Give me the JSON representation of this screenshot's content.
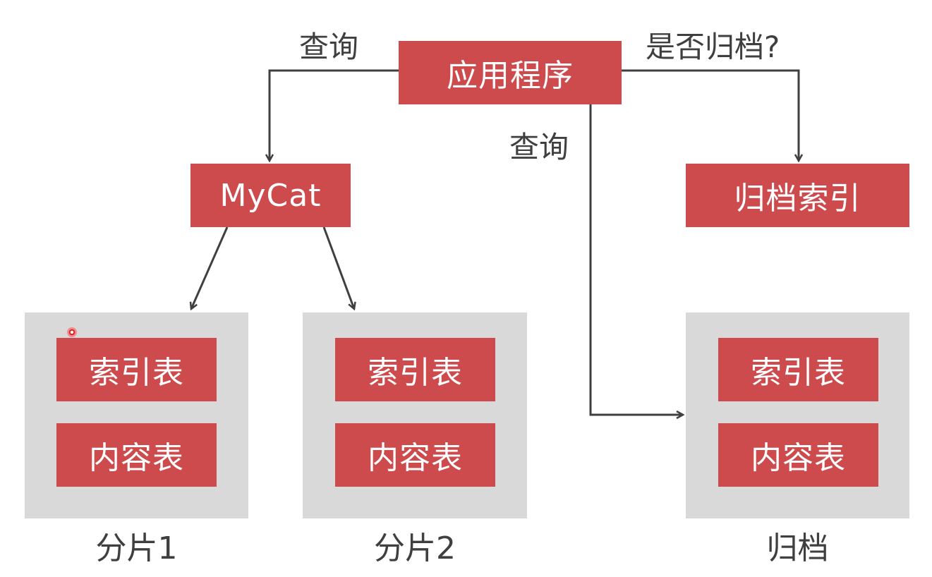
{
  "nodes": {
    "app": "应用程序",
    "mycat": "MyCat",
    "archive_index": "归档索引"
  },
  "edge_labels": {
    "query_left": "查询",
    "query_middle": "查询",
    "archived_question": "是否归档?"
  },
  "shards": [
    {
      "caption": "分片1",
      "tables": [
        "索引表",
        "内容表"
      ]
    },
    {
      "caption": "分片2",
      "tables": [
        "索引表",
        "内容表"
      ]
    },
    {
      "caption": "归档",
      "tables": [
        "索引表",
        "内容表"
      ]
    }
  ],
  "colors": {
    "box_fill": "#cd4a4d",
    "shard_fill": "#d9d9d9",
    "line": "#3f3f3f"
  }
}
